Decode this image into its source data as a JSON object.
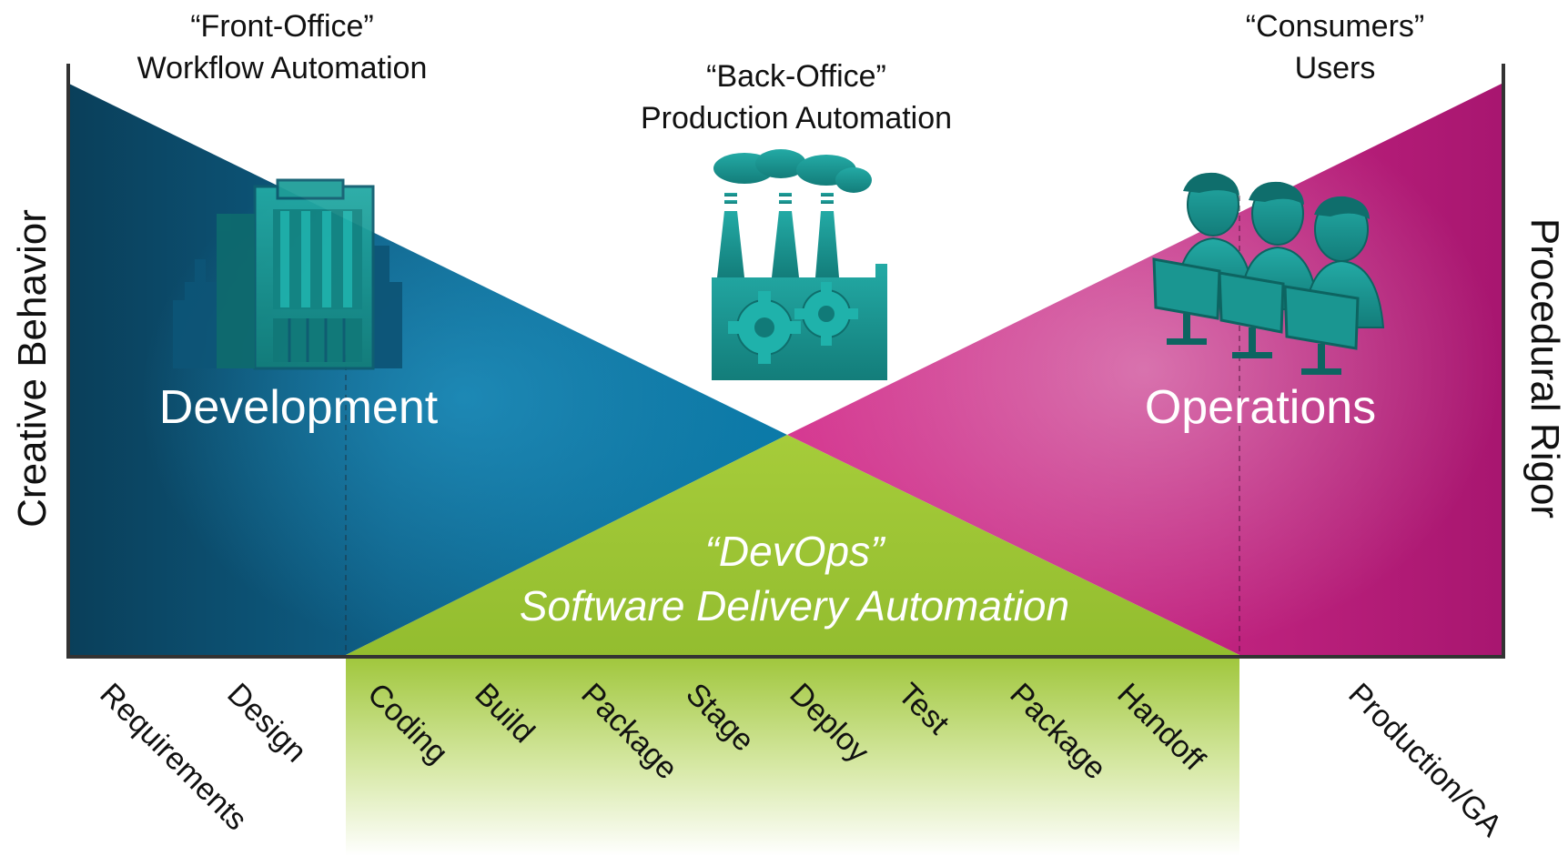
{
  "header": {
    "front_office": {
      "line1": "“Front-Office”",
      "line2": "Workflow Automation"
    },
    "back_office": {
      "line1": "“Back-Office”",
      "line2": "Production Automation"
    },
    "consumers": {
      "line1": "“Consumers”",
      "line2": "Users"
    }
  },
  "axes": {
    "left": "Creative Behavior",
    "right": "Procedural Rigor"
  },
  "regions": {
    "development": "Development",
    "operations": "Operations",
    "devops_title": "“DevOps”",
    "devops_subtitle": "Software Delivery Automation"
  },
  "stages": [
    "Requirements",
    "Design",
    "Coding",
    "Build",
    "Package",
    "Stage",
    "Deploy",
    "Test",
    "Package",
    "Handoff",
    "Production/GA"
  ],
  "icons": {
    "development": "office-building-icon",
    "back_office": "factory-gears-icon",
    "operations": "users-at-computers-icon"
  },
  "colors": {
    "development": "#0b6f98",
    "development_dark": "#0a3f5a",
    "operations": "#c0237f",
    "devops": "#9cc435",
    "icon": "#1b9b96"
  }
}
